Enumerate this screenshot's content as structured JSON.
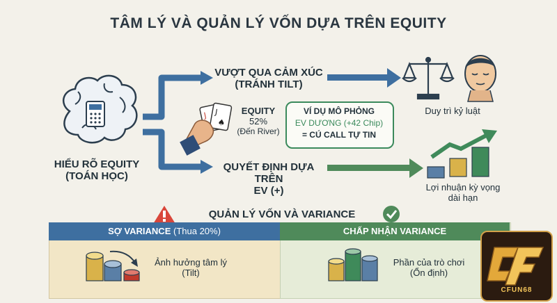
{
  "title": "TÂM LÝ VÀ QUẢN LÝ VỐN DỰA TRÊN EQUITY",
  "left": {
    "label_line1": "HIỂU RÕ EQUITY",
    "label_line2": "(TOÁN HỌC)"
  },
  "branch_top": {
    "line1": "VƯỢT QUA CẢM XÚC",
    "line2": "(TRÁNH TILT)"
  },
  "branch_bottom": {
    "line1": "QUYẾT ĐỊNH DỰA TRÊN",
    "line2": "EV (+)"
  },
  "equity": {
    "label": "EQUITY",
    "value": "52%",
    "note": "(Đến River)"
  },
  "example": {
    "title": "VÍ DỤ MÔ PHỎNG",
    "ev": "EV DƯƠNG (+42 Chip)",
    "result": "= CÚ CALL TỰ TIN"
  },
  "discipline": {
    "label": "Duy trì kỷ luật"
  },
  "profit": {
    "line1": "Lợi nhuận kỳ vọng",
    "line2": "dài hạn"
  },
  "section_title": "QUẢN LÝ VỐN VÀ VARIANCE",
  "fear": {
    "header_bold": "SỢ VARIANCE",
    "header_light": "(Thua 20%)",
    "line1": "Ảnh hưởng tâm lý",
    "line2": "(Tilt)"
  },
  "accept": {
    "header": "CHẤP NHẬN VARIANCE",
    "line1": "Phần của trò chơi",
    "line2": "(Ổn định)"
  },
  "logo": {
    "text": "CFUN68"
  },
  "colors": {
    "accent_blue": "#3e6fa0",
    "accent_green": "#4f8a5a",
    "ev_green": "#3b8a5c",
    "warning_red": "#d9463a"
  }
}
